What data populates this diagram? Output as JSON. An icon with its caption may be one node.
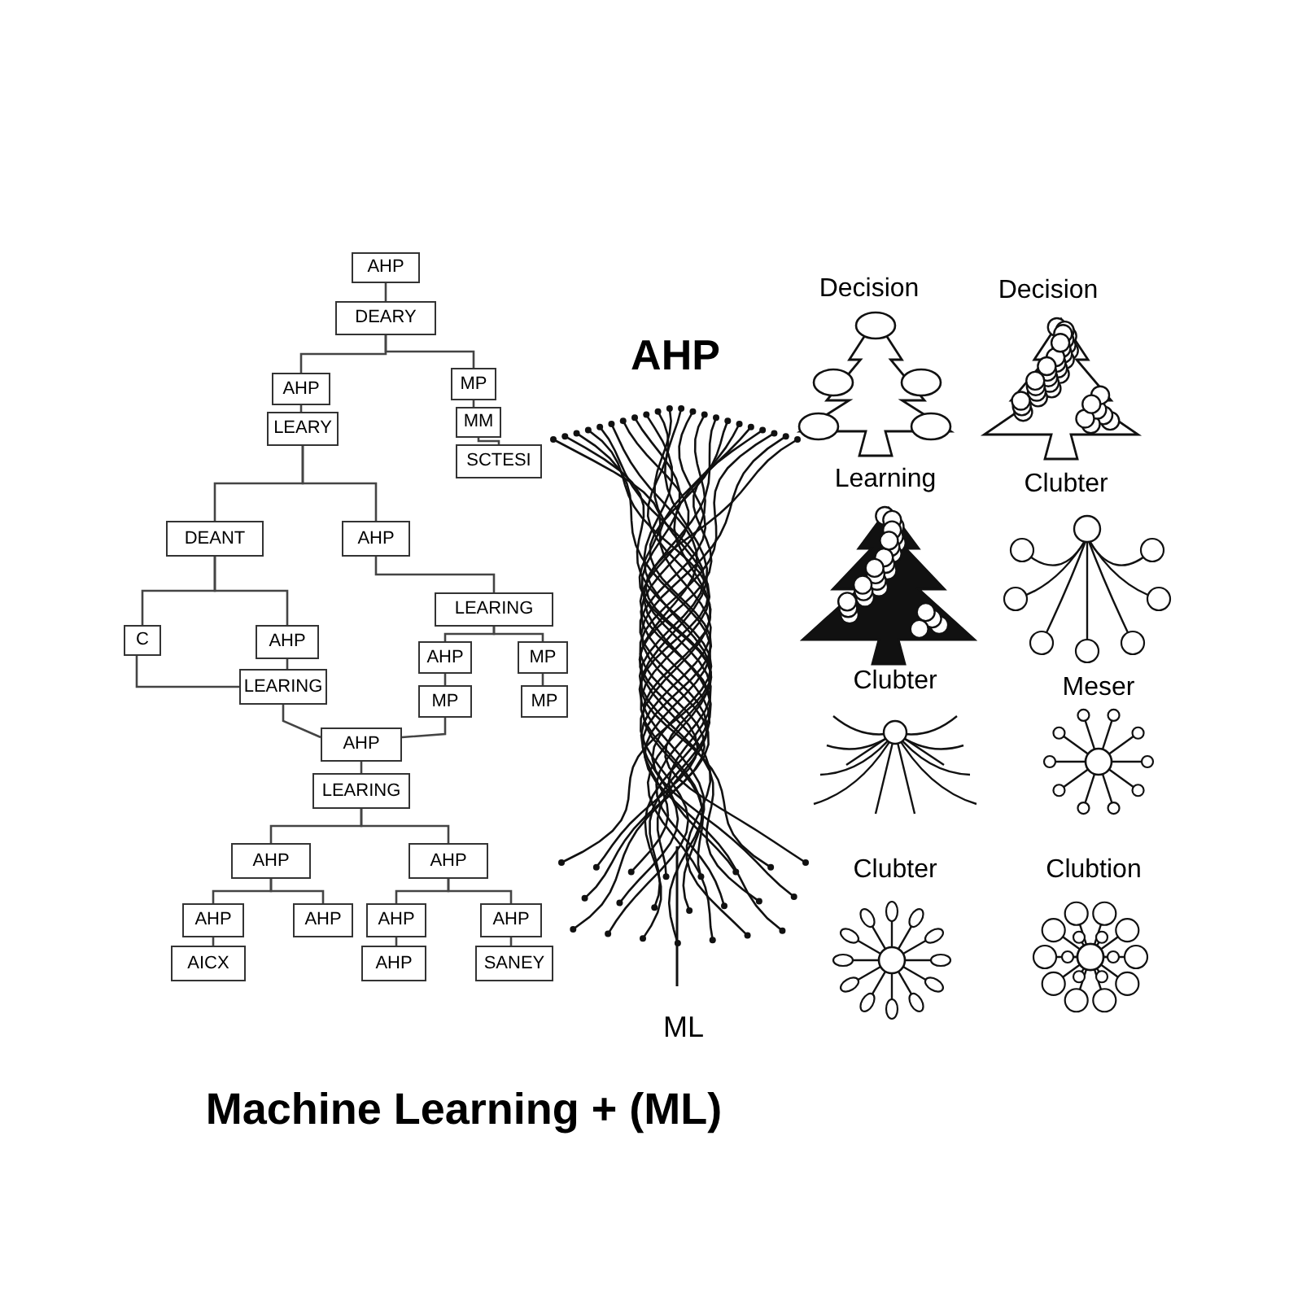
{
  "diagram": {
    "caption": "Machine Learning + (ML)",
    "nodes": [
      {
        "text": [
          "AHP"
        ]
      },
      {
        "text": [
          "DEARY"
        ]
      },
      {
        "text": [
          "AHP"
        ]
      },
      {
        "text": [
          "LEARY"
        ]
      },
      {
        "text": [
          "MP"
        ]
      },
      {
        "text": [
          "MM"
        ]
      },
      {
        "text": [
          "SCTESI"
        ]
      },
      {
        "text": [
          "DEANT"
        ]
      },
      {
        "text": [
          "AHP"
        ]
      },
      {
        "text": [
          "LEARING"
        ]
      },
      {
        "text": [
          "C"
        ]
      },
      {
        "text": [
          "AHP"
        ]
      },
      {
        "text": [
          "LEARING"
        ]
      },
      {
        "text": [
          "AHP"
        ]
      },
      {
        "text": [
          "MP"
        ]
      },
      {
        "text": [
          "MP"
        ]
      },
      {
        "text": [
          "MP"
        ]
      },
      {
        "text": [
          "AHP"
        ]
      },
      {
        "text": [
          "LEARING"
        ]
      },
      {
        "text": [
          "AHP"
        ]
      },
      {
        "text": [
          "AHP"
        ]
      },
      {
        "text": [
          "AHP"
        ]
      },
      {
        "text": [
          "AHP"
        ]
      },
      {
        "text": [
          "AHP"
        ]
      },
      {
        "text": [
          "AHP"
        ]
      },
      {
        "text": [
          "AICX"
        ]
      },
      {
        "text": [
          "AHP"
        ]
      },
      {
        "text": [
          "SANEY"
        ]
      }
    ],
    "edges": [
      {
        "from": 0,
        "to": 1,
        "arrow": "none"
      },
      {
        "from": 1,
        "to": 2,
        "arrow": "none"
      },
      {
        "from": 1,
        "to": 4,
        "arrow": "none"
      },
      {
        "from": 2,
        "to": 3,
        "arrow": "none"
      },
      {
        "from": 4,
        "to": 5,
        "arrow": "none"
      },
      {
        "from": 5,
        "to": 6,
        "arrow": "none"
      },
      {
        "from": 3,
        "to": 7,
        "arrow": "none"
      },
      {
        "from": 3,
        "to": 8,
        "arrow": "none"
      },
      {
        "from": 7,
        "to": 10,
        "arrow": "none"
      },
      {
        "from": 7,
        "to": 11,
        "arrow": "none"
      },
      {
        "from": 11,
        "to": 12,
        "arrow": "none"
      },
      {
        "from": 10,
        "to": 12,
        "arrow": "none"
      },
      {
        "from": 8,
        "to": 9,
        "arrow": "none"
      },
      {
        "from": 9,
        "to": 13,
        "arrow": "none"
      },
      {
        "from": 9,
        "to": 15,
        "arrow": "none"
      },
      {
        "from": 13,
        "to": 14,
        "arrow": "none"
      },
      {
        "from": 15,
        "to": 16,
        "arrow": "none"
      },
      {
        "from": 12,
        "to": 17,
        "arrow": "none"
      },
      {
        "from": 14,
        "to": 17,
        "arrow": "none"
      },
      {
        "from": 17,
        "to": 18,
        "arrow": "none"
      },
      {
        "from": 18,
        "to": 19,
        "arrow": "none"
      },
      {
        "from": 18,
        "to": 20,
        "arrow": "none"
      },
      {
        "from": 19,
        "to": 21,
        "arrow": "none"
      },
      {
        "from": 19,
        "to": 22,
        "arrow": "none"
      },
      {
        "from": 20,
        "to": 23,
        "arrow": "none"
      },
      {
        "from": 20,
        "to": 24,
        "arrow": "none"
      },
      {
        "from": 21,
        "to": 25,
        "arrow": "none"
      },
      {
        "from": 23,
        "to": 26,
        "arrow": "none"
      },
      {
        "from": 24,
        "to": 27,
        "arrow": "none"
      }
    ],
    "labels": [
      "Decision",
      "Decision",
      "AHP",
      "Learning",
      "Clubter",
      "Clubter",
      "Meser",
      "Clubter",
      "Clubtion",
      "ML"
    ]
  }
}
